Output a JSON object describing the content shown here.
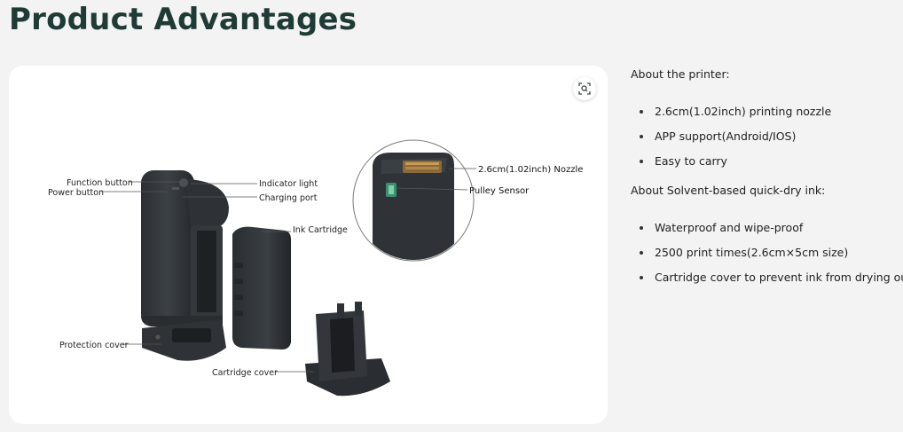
{
  "section_title": "Product Advantages",
  "diagram": {
    "labels": {
      "function_button": "Function button",
      "power_button": "Power button",
      "indicator_light": "Indicator light",
      "charging_port": "Charging port",
      "ink_cartridge": "Ink Cartridge",
      "nozzle": "2.6cm(1.02inch) Nozzle",
      "pulley_sensor": "Pulley Sensor",
      "protection_cover": "Protection cover",
      "cartridge_cover": "Cartridge cover"
    },
    "zoom_icon": "zoom-scan-icon"
  },
  "about_printer": {
    "heading": "About the printer:",
    "items": [
      "2.6cm(1.02inch) printing nozzle",
      "APP support(Android/IOS)",
      "Easy to carry"
    ]
  },
  "about_ink": {
    "heading": "About Solvent-based quick-dry ink:",
    "items": [
      "Waterproof and wipe-proof",
      "2500 print times(2.6cm×5cm size)",
      "Cartridge cover to prevent ink from drying out"
    ]
  }
}
